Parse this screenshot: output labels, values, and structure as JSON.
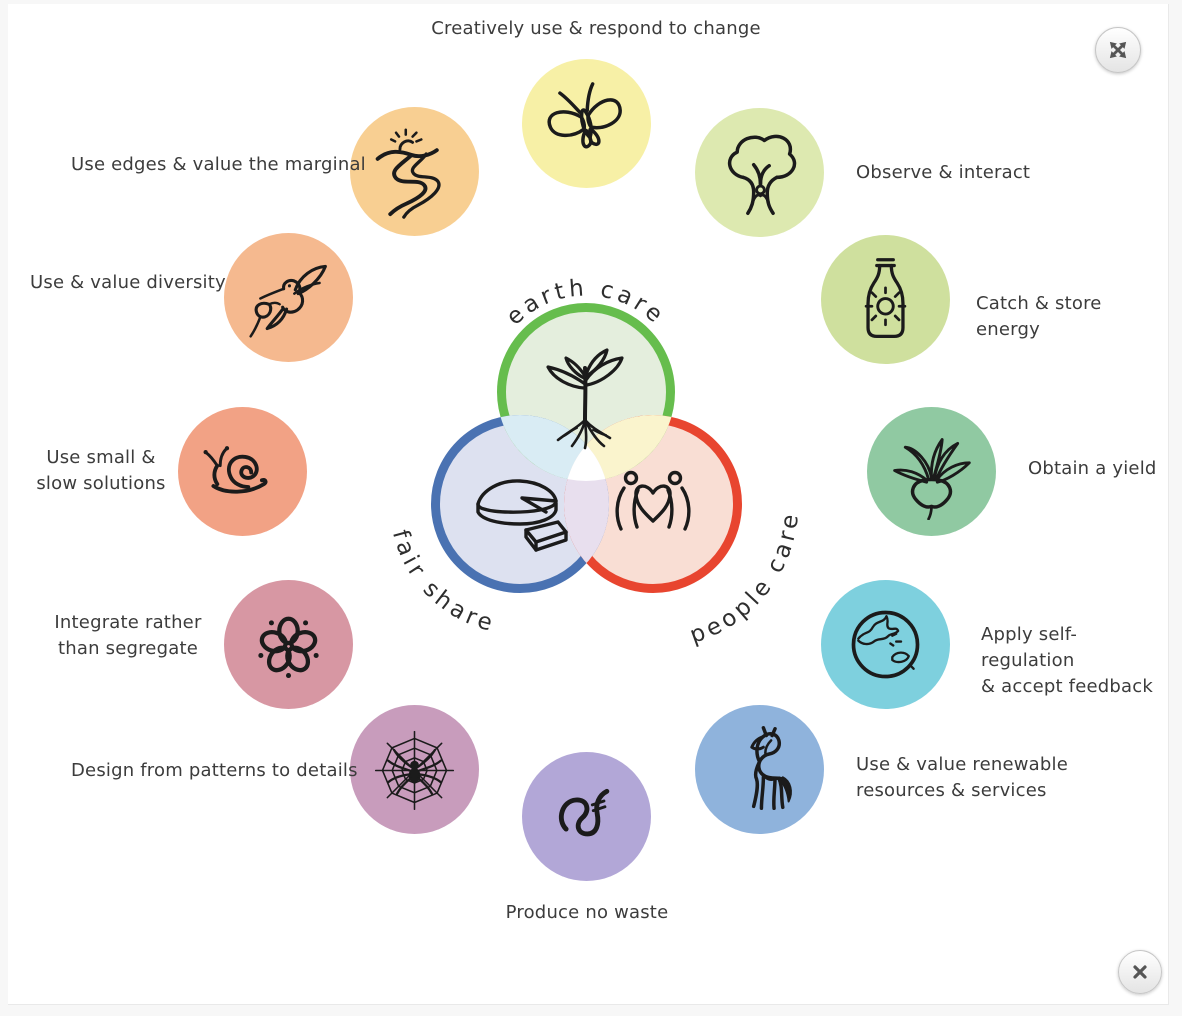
{
  "page": {
    "background": "#f7f7f7",
    "panel_background": "#ffffff"
  },
  "lightbox": {
    "expand_icon": "expand-arrows",
    "close_icon": "close-x"
  },
  "ethics": {
    "earth_care": {
      "label": "earth care",
      "ring": "#66bd4d",
      "fill": "#e4eedd"
    },
    "fair_share": {
      "label": "fair share",
      "ring": "#4a72b2",
      "fill": "#dde1f0"
    },
    "people_care": {
      "label": "people care",
      "ring": "#e8452f",
      "fill": "#f9ded4"
    },
    "overlaps": {
      "earth_fair": "#d9ecf4",
      "earth_people": "#faf4cd",
      "fair_people": "#e8dfee",
      "center": "#ffffff"
    }
  },
  "principles": [
    {
      "label": "Creatively use & respond to change",
      "icon": "butterfly",
      "color": "#f7f0a6"
    },
    {
      "label": "Observe & interact",
      "icon": "tree",
      "color": "#dde9b0"
    },
    {
      "label": "Catch & store energy",
      "icon": "bottle-sun",
      "color": "#cfe09e"
    },
    {
      "label": "Obtain a yield",
      "icon": "beetroot",
      "color": "#90c9a2"
    },
    {
      "label": "Apply self-regulation\n& accept feedback",
      "icon": "earth-globe",
      "color": "#7ed0de"
    },
    {
      "label": "Use & value renewable\nresources & services",
      "icon": "horse",
      "color": "#8fb3dc"
    },
    {
      "label": "Produce no waste",
      "icon": "worm",
      "color": "#b2a7d7"
    },
    {
      "label": "Design from patterns to details",
      "icon": "spider-web",
      "color": "#c89cbc"
    },
    {
      "label": "Integrate rather\nthan segregate",
      "icon": "flower-ring",
      "color": "#d797a3"
    },
    {
      "label": "Use small &\nslow solutions",
      "icon": "snail",
      "color": "#f2a285"
    },
    {
      "label": "Use & value diversity",
      "icon": "hummingbird",
      "color": "#f5b98f"
    },
    {
      "label": "Use edges & value the marginal",
      "icon": "river-sun",
      "color": "#f8cf92"
    }
  ]
}
